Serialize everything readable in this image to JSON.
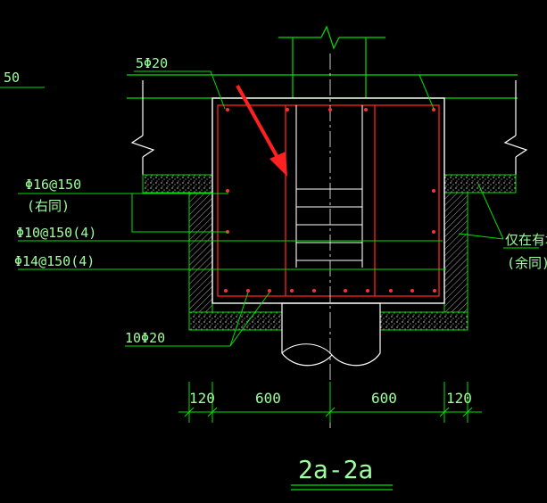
{
  "colors": {
    "background": "#000000",
    "line_green": "#00e000",
    "text_green": "#9dff9d",
    "rebar_red": "#ff2020",
    "white": "#ffffff",
    "arrow_red": "#ff2020"
  },
  "labels": {
    "top_left_partial": "50",
    "top_rebar": "5Φ20",
    "side_bar": "Φ16@150",
    "side_bar_note": "(右同)",
    "stirrup_1": "Φ10@150(4)",
    "stirrup_2": "Φ14@150(4)",
    "bottom_rebar": "10Φ20",
    "right_note_1": "仅在有地",
    "right_note_2": "(余同)"
  },
  "dimensions": [
    "120",
    "600",
    "600",
    "120"
  ],
  "section_title": "2a-2a"
}
